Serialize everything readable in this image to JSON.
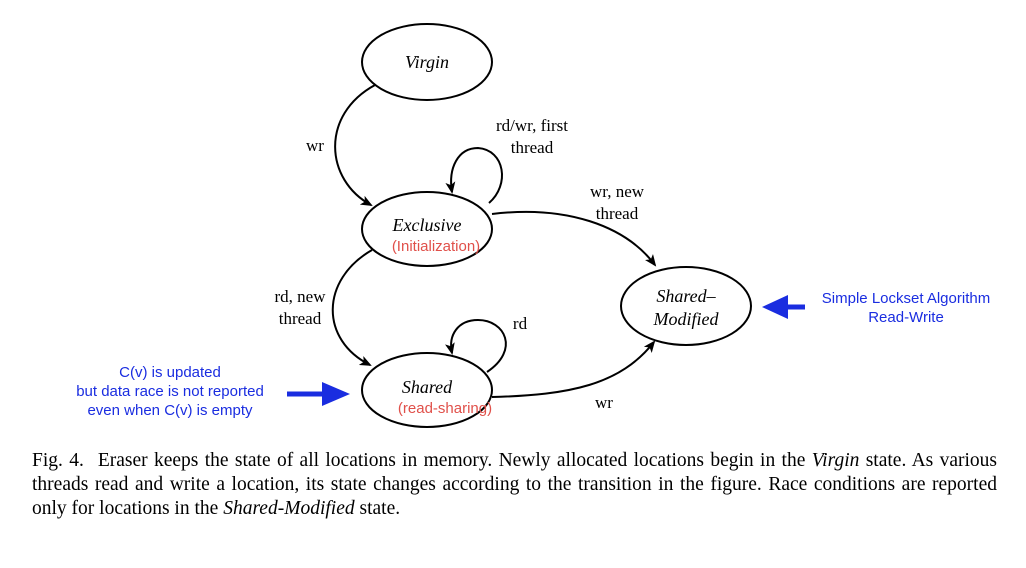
{
  "colors": {
    "ink": "#000000",
    "note_blue": "#1a2de0",
    "sub_red": "#e0504a"
  },
  "states": {
    "virgin": "Virgin",
    "exclusive": "Exclusive",
    "exclusive_sub": "(Initialization)",
    "shared": "Shared",
    "shared_sub": "(read-sharing)",
    "shared_modified_line1": "Shared–",
    "shared_modified_line2": "Modified"
  },
  "transitions": {
    "virgin_to_exclusive": "wr",
    "exclusive_self_line1": "rd/wr, first",
    "exclusive_self_line2": "thread",
    "exclusive_to_shared_modified_line1": "wr, new",
    "exclusive_to_shared_modified_line2": "thread",
    "exclusive_to_shared_line1": "rd, new",
    "exclusive_to_shared_line2": "thread",
    "shared_self": "rd",
    "shared_to_shared_modified": "wr"
  },
  "notes": {
    "lockset_line1": "Simple Lockset Algorithm",
    "lockset_line2": "Read-Write",
    "cv_line1": "C(v) is updated",
    "cv_line2": "but data race is not reported",
    "cv_line3": "even when C(v) is empty"
  },
  "caption": {
    "label": "Fig. 4.",
    "t1": "Eraser keeps the state of all locations in memory. Newly allocated locations begin in the ",
    "t2": "Virgin",
    "t3": " state. As various threads read and write a location, its state changes according to the transition in the figure. Race conditions are reported only for locations in the ",
    "t4": "Shared-Modified",
    "t5": " state."
  }
}
